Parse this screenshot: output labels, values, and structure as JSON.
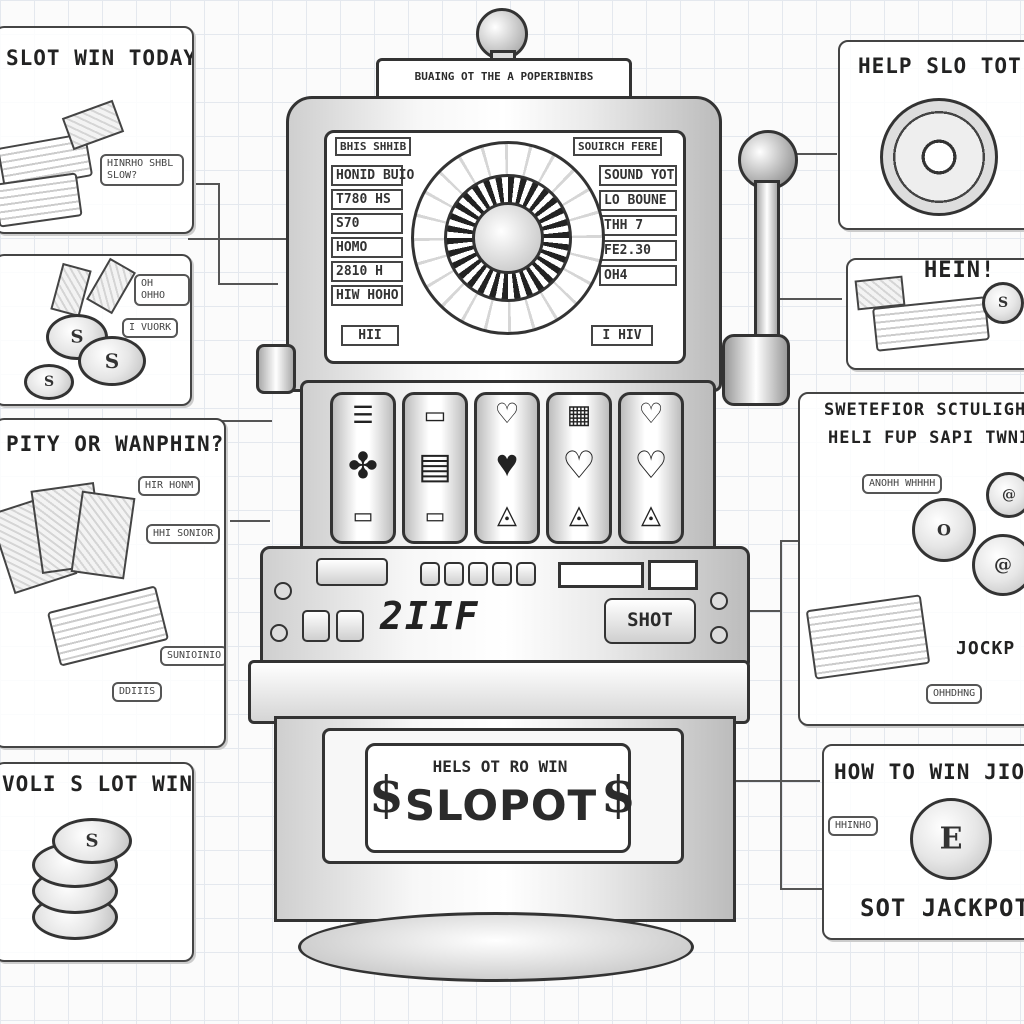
{
  "machine": {
    "top_sign": "BUAING OT THE A POPERIBNIBS",
    "screen_top_right": "SOUIRCH FERE",
    "screen_top_left": "BHIS SHHIB",
    "screen_left_lines": [
      "HONID BUIO",
      "T780 HS",
      "S70 ",
      "HOMO ",
      "2810 H",
      "HIW HOHO"
    ],
    "screen_right_lines": [
      "SOUND YOT",
      "LO BOUNE",
      "THH 7",
      "FE2.30",
      "OH4"
    ],
    "screen_bottom_left": "HII",
    "screen_bottom_right": "I HIV",
    "reels": [
      {
        "top": "☰",
        "mid": "✤",
        "bot": "▭"
      },
      {
        "top": "▭",
        "mid": "▤",
        "bot": "▭"
      },
      {
        "top": "♡",
        "mid": "♥",
        "bot": "◬"
      },
      {
        "top": "▦",
        "mid": "♡",
        "bot": "◬"
      },
      {
        "top": "♡",
        "mid": "♡",
        "bot": "◬"
      }
    ],
    "display_label": "2IIF",
    "shot_button": "SHOT",
    "jackpot_small": "HELS OT RO WIN",
    "jackpot_big": "SLOPOT",
    "dollar_left": "$",
    "dollar_right": "$"
  },
  "panels": {
    "top_left": {
      "title": "SLOT  WIN TODAY",
      "note": "HINRHO SHBL SLOW?"
    },
    "mid_left": {
      "note1": "OH OHHO",
      "note2": "I VUORK"
    },
    "pity": {
      "title": "PITY OR WANPHIN?",
      "note1": "HIR HONM",
      "note2": "HHI SONIOR",
      "note3": "SUNIOINIO",
      "note4": "DDIIIS"
    },
    "small_left": {
      "title": "VOLI S LOT  WIN?"
    },
    "top_right": {
      "title": "HELP SLO TOT W"
    },
    "hein": {
      "title": "HEIN!"
    },
    "mid_right": {
      "title_line1": "SWETEFIOR SCTULIGH T",
      "title_line2": "HELI FUP SAPI TWNIC",
      "note1": "ANOHH WHHHH",
      "note2": "JOCKP",
      "note3": "OHHDHNG"
    },
    "bottom_right": {
      "title": "HOW TO WIN JIOLI",
      "coin_letter": "E",
      "footer": "SOT JACKPOT",
      "note": "HHINHO"
    }
  },
  "colors": {
    "ink": "#333333",
    "paper": "#fbfbfb",
    "grid": "#e4e8ee"
  }
}
